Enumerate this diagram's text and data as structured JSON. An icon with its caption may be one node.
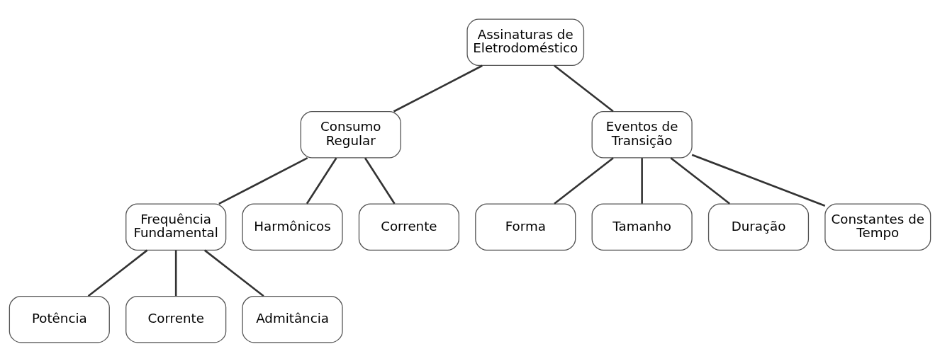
{
  "diagram": {
    "nodes": [
      {
        "text": [
          "Assinaturas de Eletrodoméstico"
        ]
      },
      {
        "text": [
          "Consumo Regular"
        ]
      },
      {
        "text": [
          "Eventos de Transição"
        ]
      },
      {
        "text": [
          "Frequência Fundamental"
        ]
      },
      {
        "text": [
          "Harmônicos"
        ]
      },
      {
        "text": [
          "Corrente"
        ]
      },
      {
        "text": [
          "Forma"
        ]
      },
      {
        "text": [
          "Tamanho"
        ]
      },
      {
        "text": [
          "Duração"
        ]
      },
      {
        "text": [
          "Constantes de Tempo"
        ]
      },
      {
        "text": [
          "Potência"
        ]
      },
      {
        "text": [
          "Corrente"
        ]
      },
      {
        "text": [
          "Admitância"
        ]
      }
    ],
    "edges": [
      {
        "from": 0,
        "to": 1,
        "arrow": "none"
      },
      {
        "from": 0,
        "to": 2,
        "arrow": "none"
      },
      {
        "from": 1,
        "to": 3,
        "arrow": "none"
      },
      {
        "from": 1,
        "to": 4,
        "arrow": "none"
      },
      {
        "from": 1,
        "to": 5,
        "arrow": "none"
      },
      {
        "from": 2,
        "to": 6,
        "arrow": "none"
      },
      {
        "from": 2,
        "to": 7,
        "arrow": "none"
      },
      {
        "from": 2,
        "to": 8,
        "arrow": "none"
      },
      {
        "from": 2,
        "to": 9,
        "arrow": "none"
      },
      {
        "from": 3,
        "to": 10,
        "arrow": "none"
      },
      {
        "from": 3,
        "to": 11,
        "arrow": "none"
      },
      {
        "from": 3,
        "to": 12,
        "arrow": "none"
      }
    ]
  }
}
